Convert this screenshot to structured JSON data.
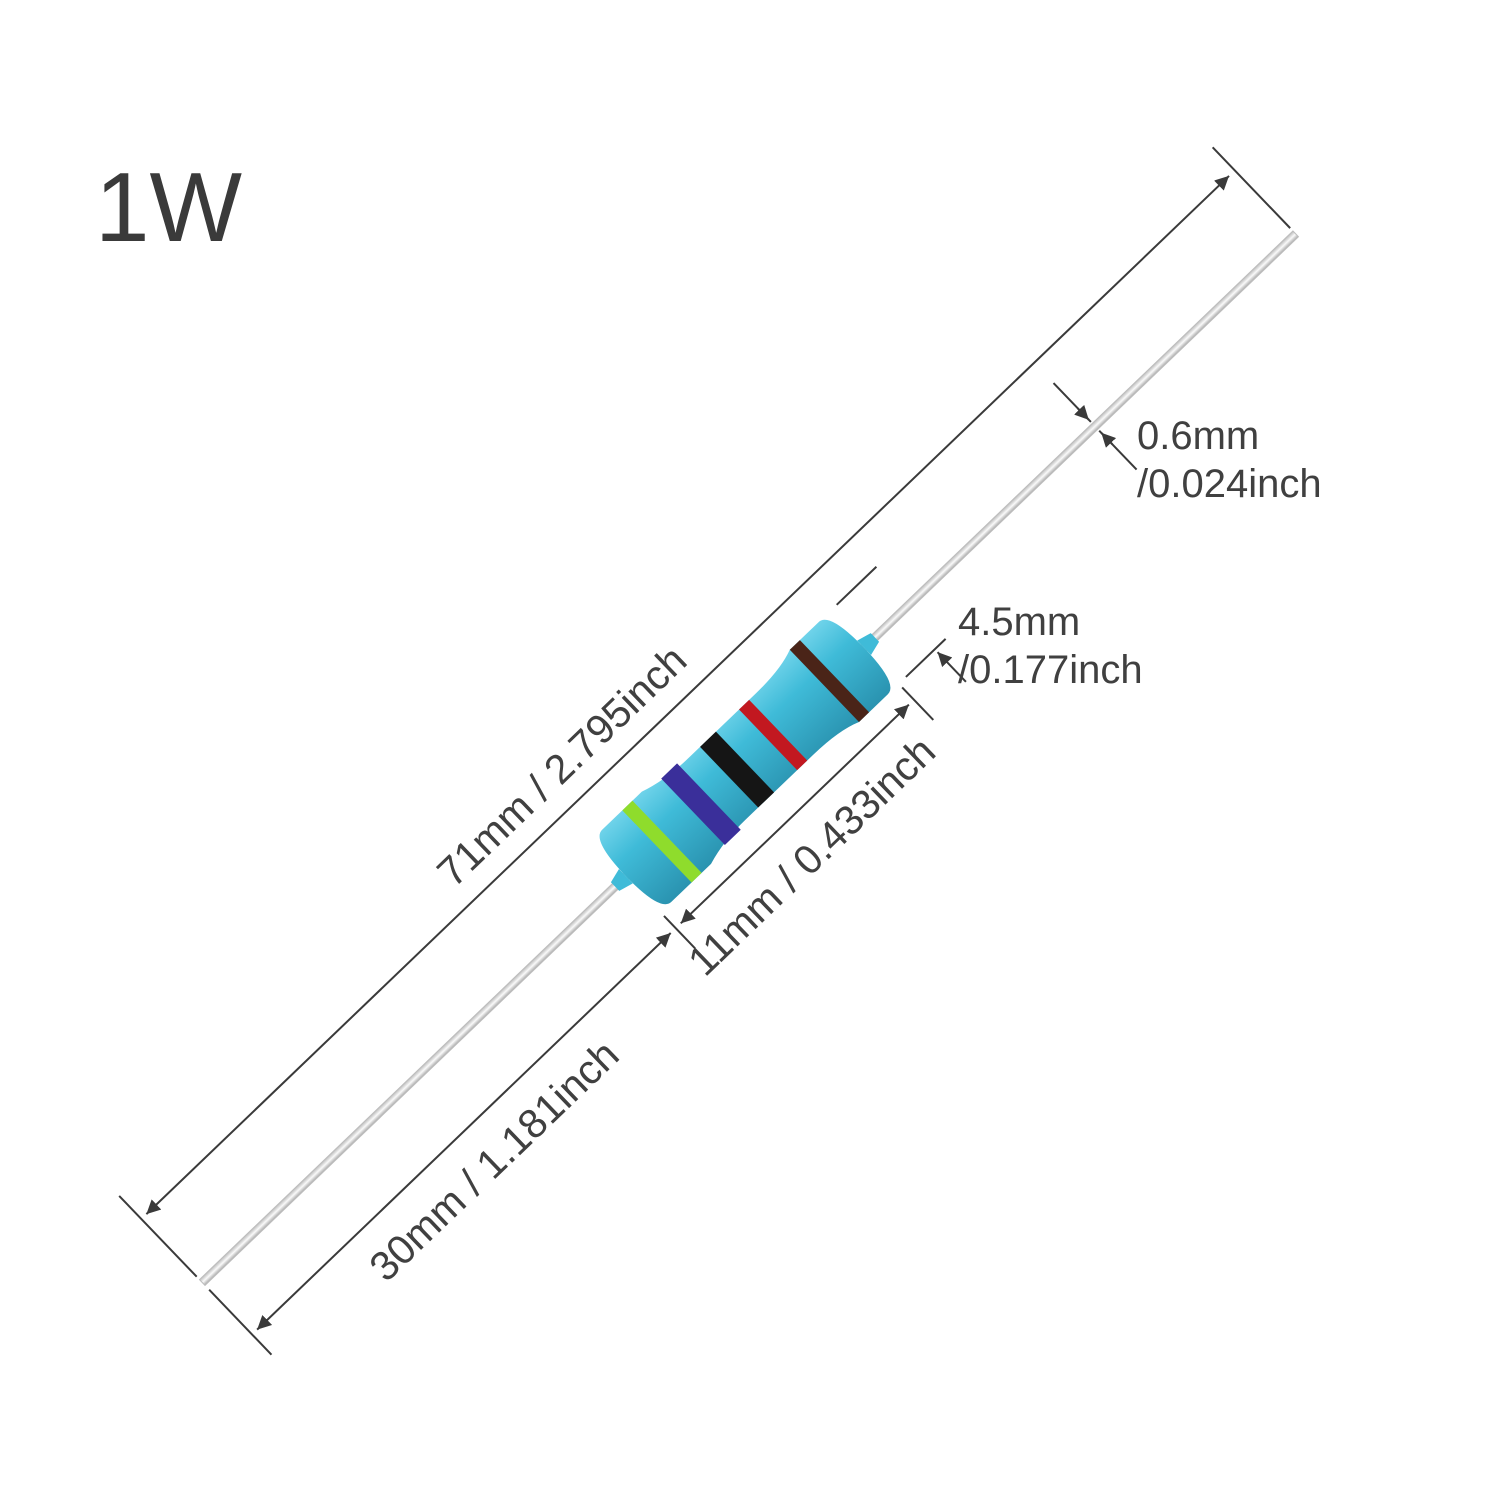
{
  "title": "1W",
  "dimensions": {
    "total_length": "71mm / 2.795inch",
    "lead_length": "30mm / 1.181inch",
    "body_length": "11mm / 0.433inch",
    "body_diameter_mm": "4.5mm",
    "body_diameter_inch": "/0.177inch",
    "lead_diameter_mm": "0.6mm",
    "lead_diameter_inch": "/0.024inch"
  },
  "colors": {
    "body": "#3db8d6",
    "bands": [
      "#8fdc2c",
      "#3a2f9a",
      "#151515",
      "#c21820",
      "#4a2418"
    ],
    "lead": "#d8d8d8",
    "dimension_line": "#3a3a3a"
  }
}
